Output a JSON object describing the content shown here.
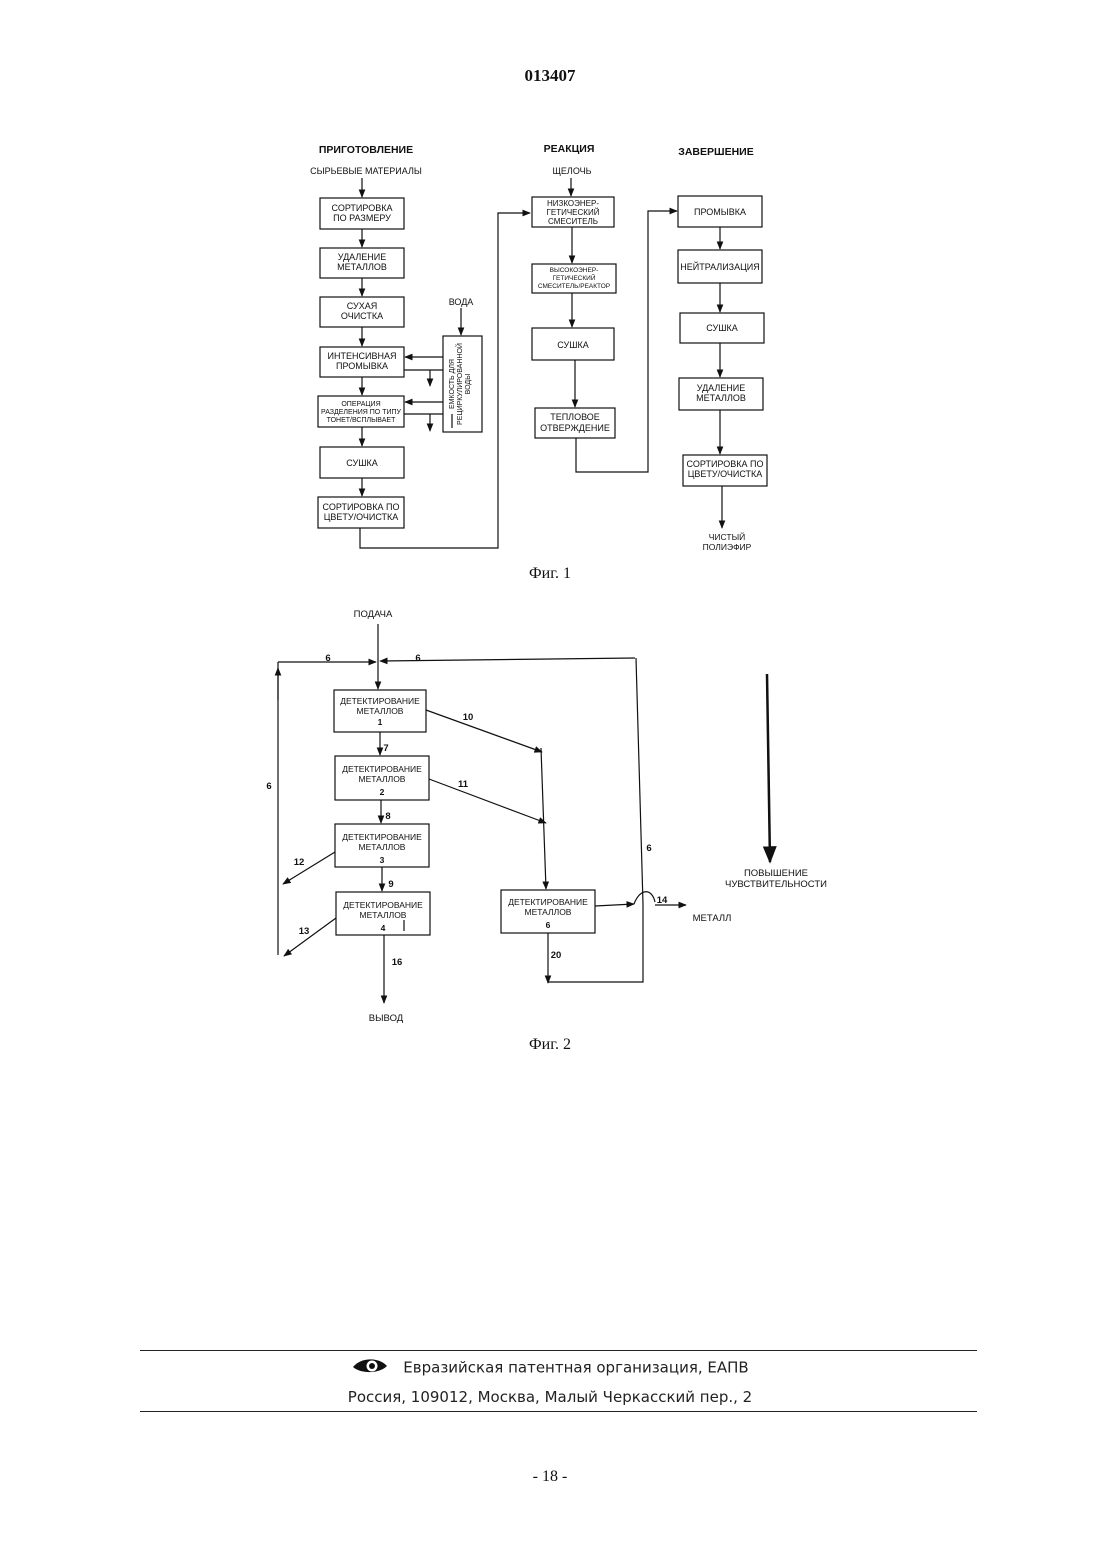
{
  "header": {
    "doc_number": "013407"
  },
  "fig1": {
    "caption": "Фиг. 1",
    "headers": {
      "prep": "ПРИГОТОВЛЕНИЕ",
      "reaction": "РЕАКЦИЯ",
      "finish": "ЗАВЕРШЕНИЕ"
    },
    "inputs": {
      "raw": "СЫРЬЕВЫЕ МАТЕРИАЛЫ",
      "alkali": "ЩЕЛОЧЬ",
      "water": "ВОДА"
    },
    "prep_boxes": [
      [
        "СОРТИРОВКА",
        "ПО РАЗМЕРУ"
      ],
      [
        "УДАЛЕНИЕ",
        "МЕТАЛЛОВ"
      ],
      [
        "СУХАЯ",
        "ОЧИСТКА"
      ],
      [
        "ИНТЕНСИВНАЯ",
        "ПРОМЫВКА"
      ],
      [
        "ОПЕРАЦИЯ",
        "РАЗДЕЛЕНИЯ ПО ТИПУ",
        "ТОНЕТ/ВСПЛЫВАЕТ"
      ],
      [
        "СУШКА"
      ],
      [
        "СОРТИРОВКА ПО",
        "ЦВЕТУ/ОЧИСТКА"
      ]
    ],
    "tank": [
      "ЕМКОСТЬ ДЛЯ",
      "РЕЦИРКУЛИРОВАННОЙ",
      "ВОДЫ"
    ],
    "reaction_boxes": [
      [
        "НИЗКОЭНЕР-",
        "ГЕТИЧЕСКИЙ",
        "СМЕСИТЕЛЬ"
      ],
      [
        "ВЫСОКОЭНЕР-",
        "ГЕТИЧЕСКИЙ",
        "СМЕСИТЕЛЬ/РЕАКТОР"
      ],
      [
        "СУШКА"
      ],
      [
        "ТЕПЛОВОЕ",
        "ОТВЕРЖДЕНИЕ"
      ]
    ],
    "finish_boxes": [
      [
        "ПРОМЫВКА"
      ],
      [
        "НЕЙТРАЛИЗАЦИЯ"
      ],
      [
        "СУШКА"
      ],
      [
        "УДАЛЕНИЕ",
        "МЕТАЛЛОВ"
      ],
      [
        "СОРТИРОВКА ПО",
        "ЦВЕТУ/ОЧИСТКА"
      ]
    ],
    "output": [
      "ЧИСТЫЙ",
      "ПОЛИЭФИР"
    ]
  },
  "fig2": {
    "caption": "Фиг. 2",
    "feed": "ПОДАЧА",
    "out": "ВЫВОД",
    "metal": "МЕТАЛЛ",
    "sensitivity": [
      "ПОВЫШЕНИЕ",
      "ЧУВСТВИТЕЛЬНОСТИ"
    ],
    "detector_label": [
      "ДЕТЕКТИРОВАНИЕ",
      "МЕТАЛЛОВ"
    ],
    "detector_numbers": [
      "1",
      "2",
      "3",
      "4",
      "6"
    ],
    "flow_labels": {
      "top_left": "6",
      "top_right": "6",
      "left": "6",
      "right": "6",
      "l7": "7",
      "l8": "8",
      "l9": "9",
      "l10": "10",
      "l11": "11",
      "l12": "12",
      "l13": "13",
      "l14": "14",
      "l16": "16",
      "l20": "20"
    }
  },
  "footer": {
    "org": "Евразийская патентная организация, ЕАПВ",
    "address": "Россия, 109012, Москва, Малый Черкасский пер., 2"
  },
  "page_number": "- 18 -"
}
